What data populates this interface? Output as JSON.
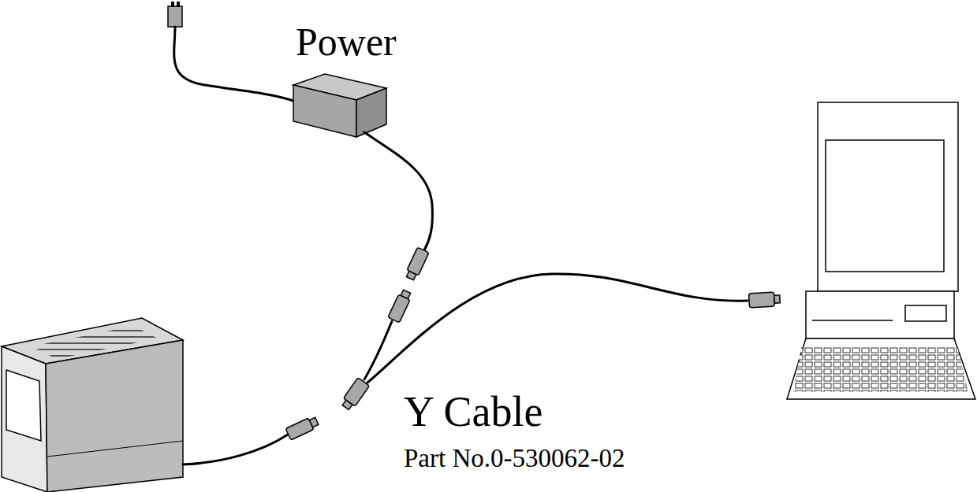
{
  "diagram": {
    "labels": [
      "Power",
      "Y Cable",
      "Part No.0-530062-02"
    ]
  }
}
